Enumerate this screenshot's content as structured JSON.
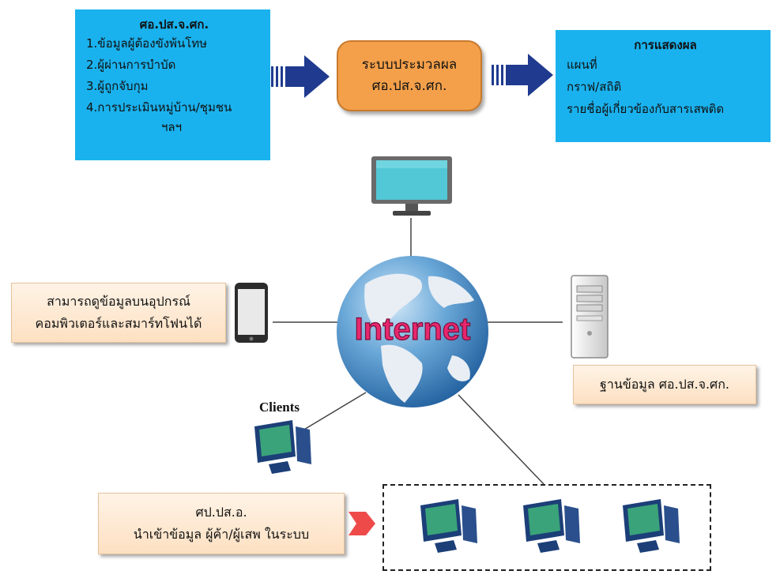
{
  "source_box": {
    "title": "ศอ.ปส.จ.ศก.",
    "items": [
      "1.ข้อมูลผู้ต้องขังพ้นโทษ",
      "2.ผู้ผ่านการบำบัด",
      "3.ผู้ถูกจับกุม",
      "4.การประเมินหมู่บ้าน/ชุมชน",
      "ฯลฯ"
    ]
  },
  "process_box": {
    "line1": "ระบบประมวลผล",
    "line2": "ศอ.ปส.จ.ศก."
  },
  "output_box": {
    "title": "การแสดงผล",
    "items": [
      "แผนที่",
      "กราฟ/สถิติ",
      "รายชื่อผู้เกี่ยวข้องกับสารเสพติด"
    ]
  },
  "globe_label": "Internet",
  "mobile_caption": {
    "line1": "สามารถดูข้อมูลบนอุปกรณ์",
    "line2": "คอมพิวเตอร์และสมาร์ทโฟนได้"
  },
  "database_caption": "ฐานข้อมูล ศอ.ปส.จ.ศก.",
  "clients_label": "Clients",
  "district_caption": {
    "line1": "ศป.ปส.อ.",
    "line2": "นำเข้าข้อมูล ผู้ค้า/ผู้เสพ ในระบบ"
  },
  "colors": {
    "box_blue": "#1ab2ee",
    "process_orange": "#f4a04a",
    "arrow_navy": "#1f3a8f",
    "globe_text": "#e8276e"
  }
}
